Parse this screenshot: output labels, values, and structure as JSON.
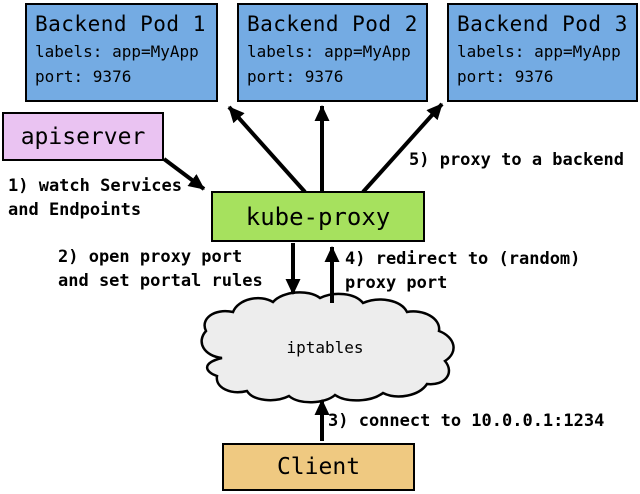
{
  "colors": {
    "pod_fill": "#74ABE3",
    "apiserver_fill": "#EAC3F2",
    "kubeproxy_fill": "#A6E15E",
    "client_fill": "#EFC981",
    "cloud_fill": "#EDEDED",
    "line": "#000000"
  },
  "pods": [
    {
      "title": "Backend Pod 1",
      "labels_line": "labels: app=MyApp",
      "port_line": "port: 9376"
    },
    {
      "title": "Backend Pod 2",
      "labels_line": "labels: app=MyApp",
      "port_line": "port: 9376"
    },
    {
      "title": "Backend Pod 3",
      "labels_line": "labels: app=MyApp",
      "port_line": "port: 9376"
    }
  ],
  "apiserver": {
    "label": "apiserver"
  },
  "kube_proxy": {
    "label": "kube-proxy"
  },
  "cloud": {
    "label": "iptables"
  },
  "client": {
    "label": "Client"
  },
  "annotations": {
    "step1": "1) watch Services\nand Endpoints",
    "step2": "2) open proxy port\nand set portal rules",
    "step3": "3) connect to 10.0.0.1:1234",
    "step4": "4) redirect to (random)\nproxy port",
    "step5": "5) proxy to a backend"
  }
}
